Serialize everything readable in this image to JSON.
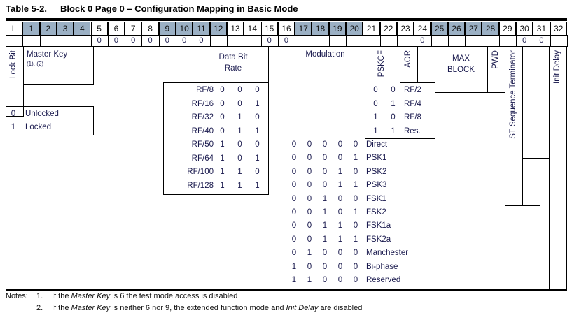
{
  "caption": {
    "number": "Table 5-2.",
    "title": "Block 0 Page 0 – Configuration Mapping in Basic Mode"
  },
  "colors": {
    "shaded_header": "#9bb0c4",
    "text": "#1a1a4e",
    "rule": "#000000"
  },
  "bit_header": {
    "cells": [
      {
        "label": "L",
        "shaded": false
      },
      {
        "label": "1",
        "shaded": true
      },
      {
        "label": "2",
        "shaded": true
      },
      {
        "label": "3",
        "shaded": true
      },
      {
        "label": "4",
        "shaded": true
      },
      {
        "label": "5",
        "shaded": false
      },
      {
        "label": "6",
        "shaded": false
      },
      {
        "label": "7",
        "shaded": false
      },
      {
        "label": "8",
        "shaded": false
      },
      {
        "label": "9",
        "shaded": true
      },
      {
        "label": "10",
        "shaded": true
      },
      {
        "label": "11",
        "shaded": true
      },
      {
        "label": "12",
        "shaded": true
      },
      {
        "label": "13",
        "shaded": false
      },
      {
        "label": "14",
        "shaded": false
      },
      {
        "label": "15",
        "shaded": false
      },
      {
        "label": "16",
        "shaded": false
      },
      {
        "label": "17",
        "shaded": true
      },
      {
        "label": "18",
        "shaded": true
      },
      {
        "label": "19",
        "shaded": true
      },
      {
        "label": "20",
        "shaded": true
      },
      {
        "label": "21",
        "shaded": false
      },
      {
        "label": "22",
        "shaded": false
      },
      {
        "label": "23",
        "shaded": false
      },
      {
        "label": "24",
        "shaded": false
      },
      {
        "label": "25",
        "shaded": true
      },
      {
        "label": "26",
        "shaded": true
      },
      {
        "label": "27",
        "shaded": true
      },
      {
        "label": "28",
        "shaded": true
      },
      {
        "label": "29",
        "shaded": false
      },
      {
        "label": "30",
        "shaded": false
      },
      {
        "label": "31",
        "shaded": false
      },
      {
        "label": "32",
        "shaded": false
      }
    ]
  },
  "fixed_zero_row": {
    "values": [
      {
        "bit": "5",
        "value": "0"
      },
      {
        "bit": "6",
        "value": "0"
      },
      {
        "bit": "7",
        "value": "0"
      },
      {
        "bit": "8",
        "value": "0"
      },
      {
        "bit": "9",
        "value": "0"
      },
      {
        "bit": "10",
        "value": "0"
      },
      {
        "bit": "11",
        "value": "0"
      },
      {
        "bit": "15",
        "value": "0"
      },
      {
        "bit": "16",
        "value": "0"
      },
      {
        "bit": "24",
        "value": "0"
      },
      {
        "bit": "30",
        "value": "0"
      },
      {
        "bit": "31",
        "value": "0"
      }
    ]
  },
  "fields": {
    "lock_bit": {
      "label": "Lock Bit",
      "orientation": "vertical"
    },
    "master_key": {
      "label": "Master Key",
      "footnotes": "(1), (2)"
    },
    "data_bit_rate": {
      "line1": "Data Bit",
      "line2": "Rate"
    },
    "modulation": {
      "label": "Modulation"
    },
    "pskcf": {
      "label": "PSKCF",
      "orientation": "vertical"
    },
    "aor": {
      "label": "AOR",
      "orientation": "vertical"
    },
    "max_block": {
      "line1": "MAX",
      "line2": "BLOCK"
    },
    "pwd": {
      "label": "PWD",
      "orientation": "vertical"
    },
    "st_sequence_terminator": {
      "label": "ST Sequence Terminator",
      "orientation": "vertical"
    },
    "init_delay": {
      "label": "Init Delay",
      "orientation": "vertical"
    }
  },
  "lock_bit_table": {
    "rows": [
      {
        "code": "0",
        "name": "Unlocked"
      },
      {
        "code": "1",
        "name": "Locked"
      }
    ]
  },
  "data_bit_rate_table": {
    "rows": [
      {
        "name": "RF/8",
        "bits": [
          "0",
          "0",
          "0"
        ]
      },
      {
        "name": "RF/16",
        "bits": [
          "0",
          "0",
          "1"
        ]
      },
      {
        "name": "RF/32",
        "bits": [
          "0",
          "1",
          "0"
        ]
      },
      {
        "name": "RF/40",
        "bits": [
          "0",
          "1",
          "1"
        ]
      },
      {
        "name": "RF/50",
        "bits": [
          "1",
          "0",
          "0"
        ]
      },
      {
        "name": "RF/64",
        "bits": [
          "1",
          "0",
          "1"
        ]
      },
      {
        "name": "RF/100",
        "bits": [
          "1",
          "1",
          "0"
        ]
      },
      {
        "name": "RF/128",
        "bits": [
          "1",
          "1",
          "1"
        ]
      }
    ]
  },
  "pskcf_table": {
    "rows": [
      {
        "bits": [
          "0",
          "0"
        ],
        "name": "RF/2"
      },
      {
        "bits": [
          "0",
          "1"
        ],
        "name": "RF/4"
      },
      {
        "bits": [
          "1",
          "0"
        ],
        "name": "RF/8"
      },
      {
        "bits": [
          "1",
          "1"
        ],
        "name": "Res."
      }
    ]
  },
  "modulation_table": {
    "rows": [
      {
        "bits": [
          "0",
          "0",
          "0",
          "0",
          "0"
        ],
        "name": "Direct"
      },
      {
        "bits": [
          "0",
          "0",
          "0",
          "0",
          "1"
        ],
        "name": "PSK1"
      },
      {
        "bits": [
          "0",
          "0",
          "0",
          "1",
          "0"
        ],
        "name": "PSK2"
      },
      {
        "bits": [
          "0",
          "0",
          "0",
          "1",
          "1"
        ],
        "name": "PSK3"
      },
      {
        "bits": [
          "0",
          "0",
          "1",
          "0",
          "0"
        ],
        "name": "FSK1"
      },
      {
        "bits": [
          "0",
          "0",
          "1",
          "0",
          "1"
        ],
        "name": "FSK2"
      },
      {
        "bits": [
          "0",
          "0",
          "1",
          "1",
          "0"
        ],
        "name": "FSK1a"
      },
      {
        "bits": [
          "0",
          "0",
          "1",
          "1",
          "1"
        ],
        "name": "FSK2a"
      },
      {
        "bits": [
          "0",
          "1",
          "0",
          "0",
          "0"
        ],
        "name": "Manchester"
      },
      {
        "bits": [
          "1",
          "0",
          "0",
          "0",
          "0"
        ],
        "name": "Bi-phase"
      },
      {
        "bits": [
          "1",
          "1",
          "0",
          "0",
          "0"
        ],
        "name": "Reserved"
      }
    ]
  },
  "notes": {
    "label": "Notes:",
    "items": [
      {
        "num": "1.",
        "text_before": "If the ",
        "em1": "Master Key",
        "text_mid": " is 6 the test mode access is disabled",
        "em2": "",
        "text_after": ""
      },
      {
        "num": "2.",
        "text_before": "If the ",
        "em1": "Master Key",
        "text_mid": " is neither 6 nor 9, the extended function mode and ",
        "em2": "Init Delay",
        "text_after": " are disabled"
      }
    ]
  }
}
